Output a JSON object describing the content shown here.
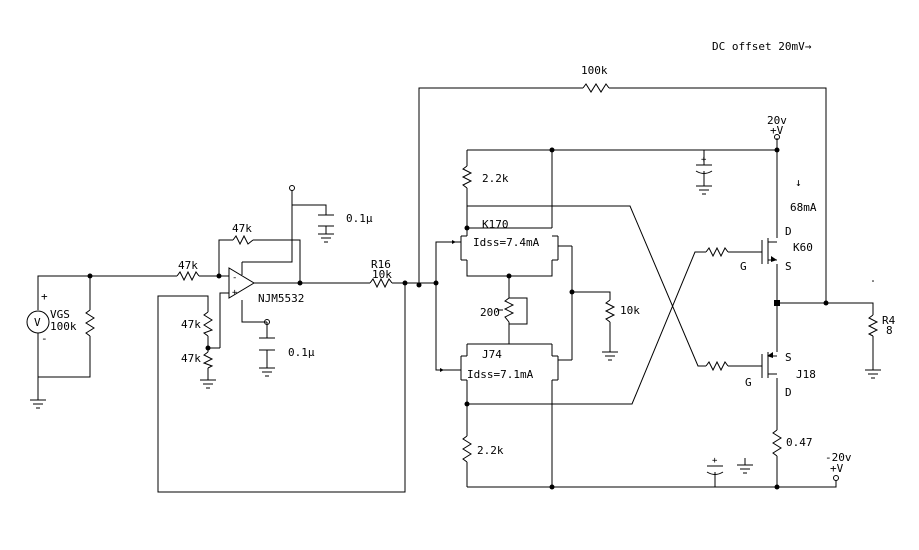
{
  "note": "DC offset 20mV→",
  "components": {
    "r_feedback": "100k",
    "r_drain_top": "2.2k",
    "r_drain_bot": "2.2k",
    "r_in": "47k",
    "r_opamp_fb": "47k",
    "r_div_top": "47k",
    "r_div_bot": "47k",
    "r16_name": "R16",
    "r16_value": "10k",
    "pot": "200",
    "r_bias": "10k",
    "r_source": "0.47",
    "r4_name": "R4",
    "r4_value": "8",
    "c_top": "0.1μ",
    "c_bot": "0.1μ",
    "opamp": "NJM5532",
    "q_top": "K170",
    "q_top_idss": "Idss=7.4mA",
    "q_bot": "J74",
    "q_bot_idss": "Idss=7.1mA",
    "out_top": "K60",
    "out_bot": "J18",
    "vgs_name": "VGS",
    "vgs_value": "100k",
    "vsrc_symbol": "V",
    "supply_pos": "20v",
    "supply_pos_sym": "+V",
    "supply_neg": "-20v",
    "supply_neg_sym": "+V",
    "current": "68mA",
    "arrow": "↓",
    "plus": "+",
    "minus": "-"
  },
  "pins": {
    "d": "D",
    "s": "S",
    "g": "G"
  }
}
